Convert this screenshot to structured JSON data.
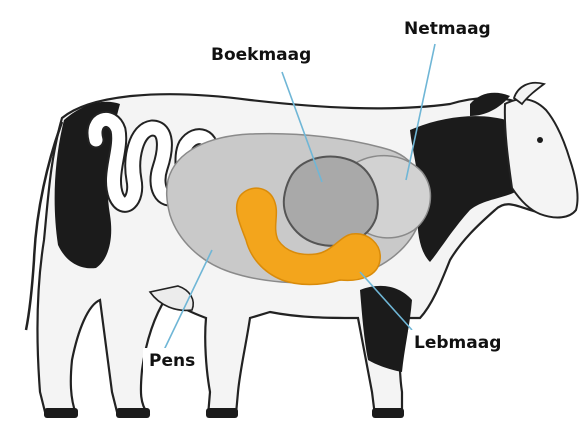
{
  "labels": {
    "boekmaag": "Boekmaag",
    "netmaag": "Netmaag",
    "lebmaag": "Lebmaag",
    "pens": "Pens"
  },
  "colors": {
    "pens": "#c9c9c9",
    "netmaag": "#cfcfcf",
    "boekmaag": "#a9a9a9",
    "lebmaag": "#f3a51c",
    "outline": "#222222",
    "leader_line": "#6fb6d6"
  }
}
